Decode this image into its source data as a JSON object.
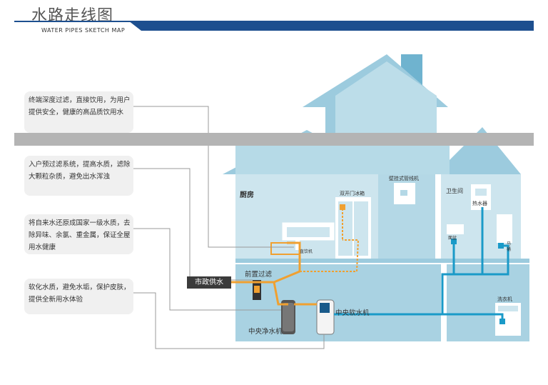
{
  "header": {
    "title": "水路走线图",
    "subtitle": "WATER PIPES SKETCH MAP"
  },
  "notes": [
    {
      "text": "终端深度过滤，直接饮用，为用户提供安全，健康的高品质饮用水"
    },
    {
      "text": "入户预过滤系统，提高水质，滤除大颗粒杂质，避免出水浑浊"
    },
    {
      "text": "将自来水还原成国家一级水质，去除异味、余氯、重金属，保证全屋用水健康"
    },
    {
      "text": "软化水质，避免水垢，保护皮肤，提供全新用水体验"
    }
  ],
  "rooms": {
    "kitchen": "厨房",
    "bathroom": "卫生间"
  },
  "devices": {
    "fridge": "双开门冰箱",
    "wall_purifier": "壁挂式管线机",
    "drinking_machine": "直饮机",
    "water_heater": "热水器",
    "basin": "面盆",
    "toilet": "马桶",
    "washer": "洗衣机",
    "pre_filter": "前置过滤",
    "central_purifier": "中央净水机",
    "central_softener": "中央软水机",
    "municipal_supply": "市政供水"
  },
  "colors": {
    "header_blue": "#1d4f8f",
    "house_light": "#cce4ec",
    "house_mid": "#a8d0e0",
    "roof": "#8cc3d8",
    "pipe_orange": "#f0a030",
    "pipe_blue": "#1a9ac8"
  }
}
